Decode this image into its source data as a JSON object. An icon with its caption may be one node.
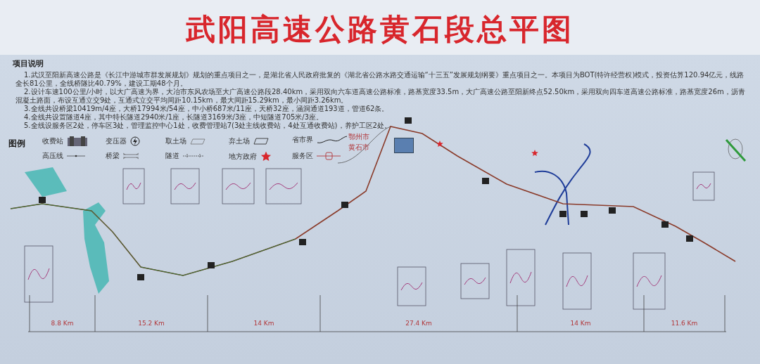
{
  "diagram": {
    "title": "武阳高速公路黄石段总平图",
    "labels": [
      "项目说明",
      "1.武汉至阳新高速公路是《长江中游城市群发展规划》规划的重点项目之一，是湖北省人民政府批复的《湖北省公路水路交通运输“十三五”发展规划纲要》重点项目之一。本项目为BOT(特许经营权)模式，投资估算120.94亿元，线路全长81公里，全线桥隧比40.79%，建设工期48个月。",
      "2.设计车速100公里/小时，以大广高速为界，大冶市东风农场至大广高速公路段28.40km，采用双向六车道高速公路标准，路基宽度33.5m，大广高速公路至阳新终点52.50km，采用双向四车道高速公路标准，路基宽度26m，沥青混凝土路面，布设互通立交9处，互通式立交平均间距10.15km，最大间距15.29km，最小间距3.26km。",
      "3.全线共设桥梁10419m/4座，大桥17994米/54座，中小桥687米/11座，天桥32座，涵洞通道193道，管道62条。",
      "4.全线共设置隧道4座，其中特长隧道2940米/1座，长隧道3169米/3座，中短隧道705米/3座。",
      "5.全线设服务区2处，停车区3处，管理监控中心1处，收费管理站7(3处主线收费站，4处互通收费站)，养护工区2处。",
      "图例",
      "鄂州市",
      "黄石市",
      "8.8 Km",
      "15.2 Km",
      "14 Km",
      "27.4 Km",
      "14 Km",
      "11.6 Km"
    ],
    "legend": [
      {
        "text": "收费站"
      },
      {
        "text": "变压器"
      },
      {
        "text": "取土场"
      },
      {
        "text": "弃土场"
      },
      {
        "text": "省市界"
      },
      {
        "text": "高压线"
      },
      {
        "text": "桥梁"
      },
      {
        "text": "隧道"
      },
      {
        "text": "地方政府"
      },
      {
        "text": "服务区"
      }
    ]
  }
}
